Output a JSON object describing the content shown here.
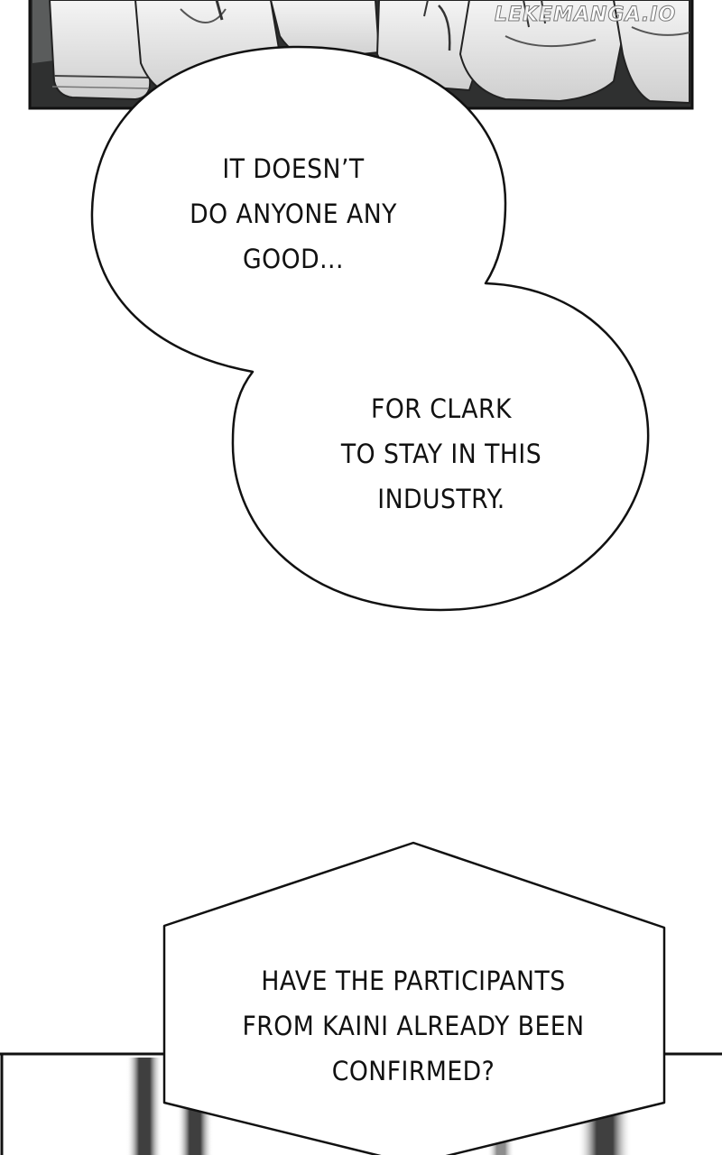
{
  "panel_top": {
    "watermark": "LEKEMANGA.IO"
  },
  "bubbles": [
    {
      "lines": [
        "IT DOESN’T",
        "DO ANYONE ANY",
        "GOOD..."
      ]
    },
    {
      "lines": [
        "FOR CLARK",
        "TO STAY IN THIS",
        "INDUSTRY."
      ]
    },
    {
      "lines": [
        "HAVE THE PARTICIPANTS",
        "FROM KAINI ALREADY BEEN",
        "CONFIRMED?"
      ]
    }
  ],
  "colors": {
    "ink": "#111111",
    "paper": "#ffffff",
    "panel_dark": "#3a3a3a",
    "shoe_white": "#e9e9e9"
  },
  "icons": [
    "sneakers-artwork",
    "blurred-figures-artwork"
  ]
}
